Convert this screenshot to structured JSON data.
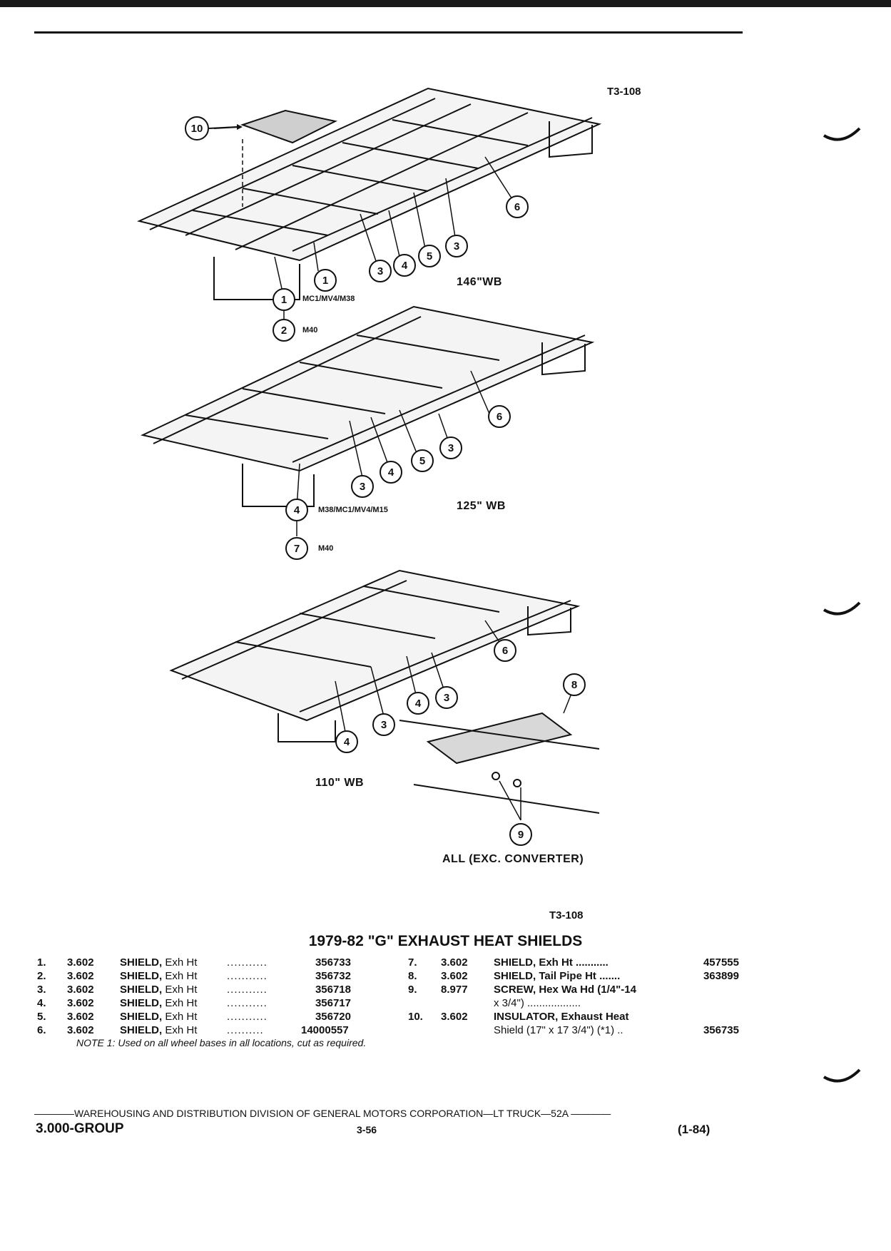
{
  "figure": {
    "code_top": "T3-108",
    "code_bottom": "T3-108",
    "wheelbase_labels": {
      "wb146": "146\"WB",
      "wb125": "125\" WB",
      "wb110": "110\" WB"
    },
    "detail_label": "ALL (EXC. CONVERTER)",
    "model_labels": {
      "m1": "MC1/MV4/M38",
      "m2": "M40",
      "m4": "M38/MC1/MV4/M15",
      "m7": "M40"
    },
    "callouts": [
      "1",
      "2",
      "3",
      "4",
      "5",
      "6",
      "7",
      "8",
      "9",
      "10"
    ]
  },
  "section_title": "1979-82 \"G\" EXHAUST HEAT SHIELDS",
  "parts_left": [
    {
      "num": "1.",
      "group": "3.602",
      "name": "SHIELD,",
      "desc": "Exh Ht",
      "dots": "...........",
      "part": "356733"
    },
    {
      "num": "2.",
      "group": "3.602",
      "name": "SHIELD,",
      "desc": "Exh Ht",
      "dots": "...........",
      "part": "356732"
    },
    {
      "num": "3.",
      "group": "3.602",
      "name": "SHIELD,",
      "desc": "Exh Ht",
      "dots": "...........",
      "part": "356718"
    },
    {
      "num": "4.",
      "group": "3.602",
      "name": "SHIELD,",
      "desc": "Exh Ht",
      "dots": "...........",
      "part": "356717"
    },
    {
      "num": "5.",
      "group": "3.602",
      "name": "SHIELD,",
      "desc": "Exh Ht",
      "dots": "...........",
      "part": "356720"
    },
    {
      "num": "6.",
      "group": "3.602",
      "name": "SHIELD,",
      "desc": "Exh Ht",
      "dots": "..........",
      "part": "14000557"
    }
  ],
  "parts_right": [
    {
      "num": "7.",
      "group": "3.602",
      "line1": "SHIELD, Exh Ht ...........",
      "part": "457555"
    },
    {
      "num": "8.",
      "group": "3.602",
      "line1": "SHIELD, Tail Pipe Ht .......",
      "part": "363899"
    },
    {
      "num": "9.",
      "group": "8.977",
      "line1": "SCREW, Hex Wa Hd (1/4\"-14",
      "line2": "x 3/4\") ..................",
      "part": ""
    },
    {
      "num": "10.",
      "group": "3.602",
      "line1": "INSULATOR, Exhaust Heat",
      "line2": "Shield (17\" x 17 3/4\") (*1) ..",
      "part": "356735"
    }
  ],
  "note": "NOTE 1: Used on all wheel bases in all locations, cut as required.",
  "footer": {
    "line": "————WAREHOUSING AND DISTRIBUTION DIVISION OF GENERAL MOTORS CORPORATION—LT TRUCK—52A ————",
    "group": "3.000-GROUP",
    "page": "3-56",
    "date": "(1-84)"
  }
}
